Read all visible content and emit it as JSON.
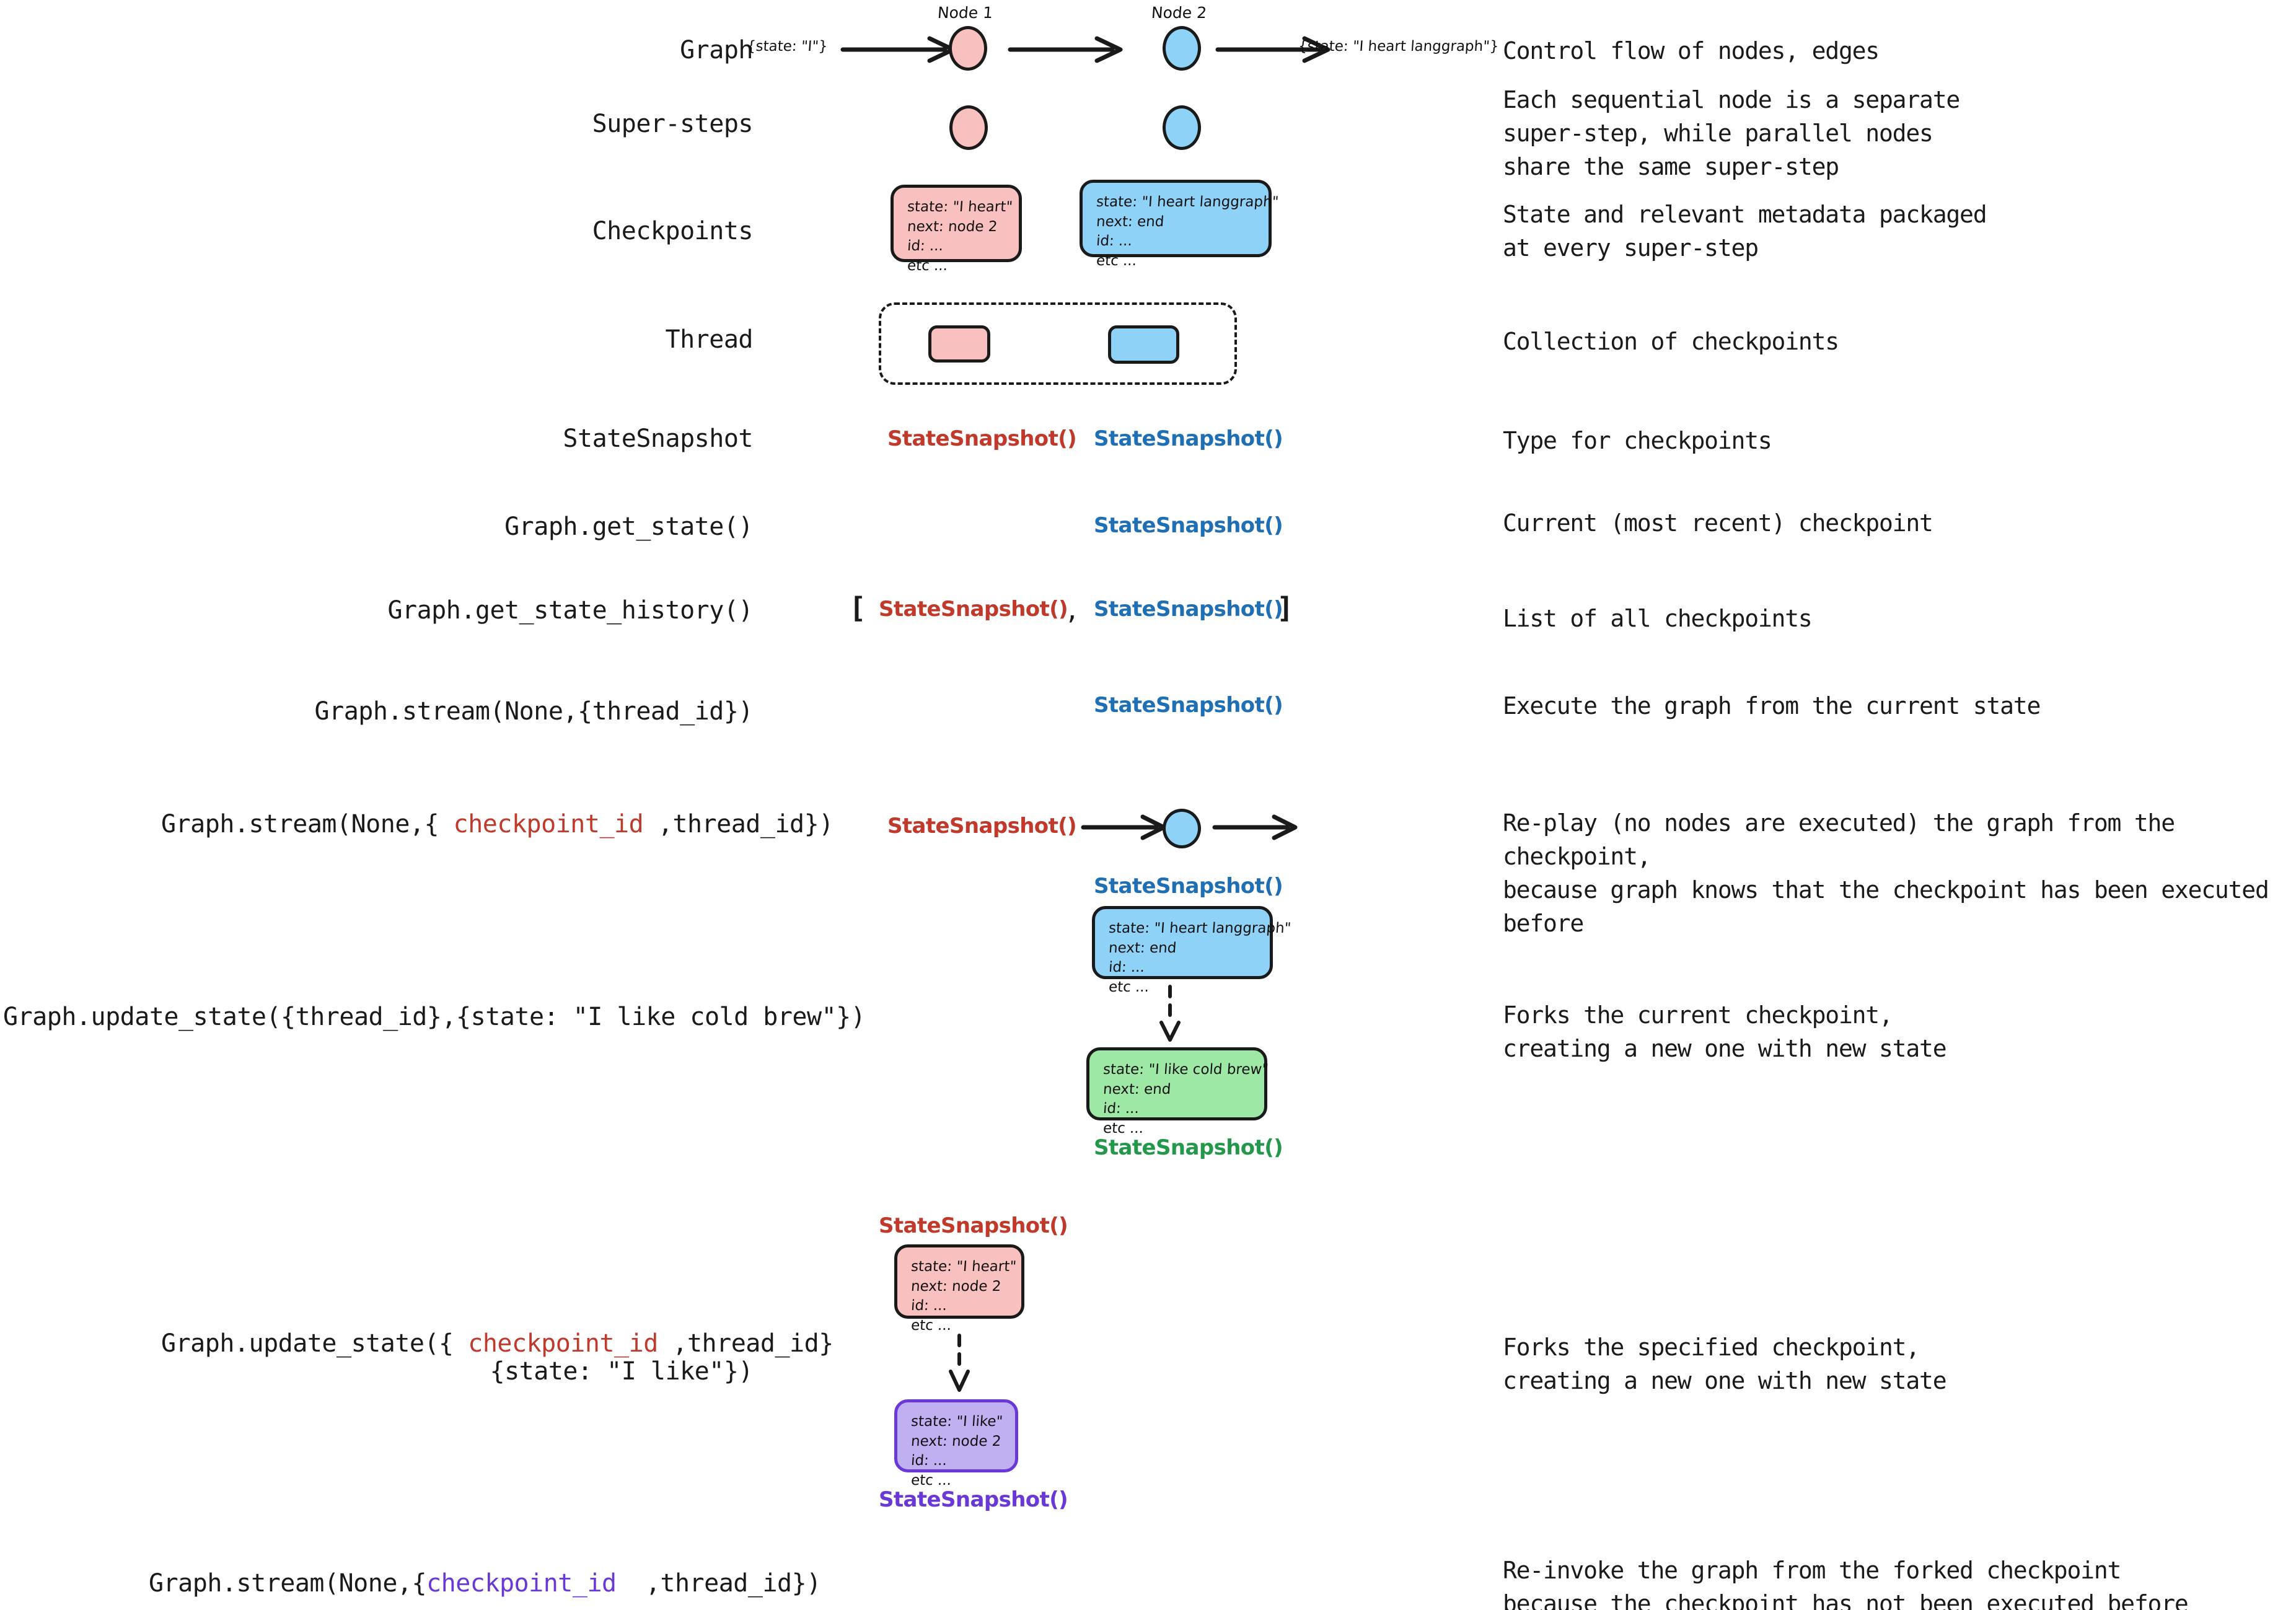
{
  "rows": {
    "graph": {
      "label": "Graph",
      "desc": "Control flow of nodes, edges",
      "node1_name": "Node 1",
      "node2_name": "Node 2",
      "edge_in": "{state: \"I\"}",
      "edge_out": "{state: \"I heart langgraph\"}"
    },
    "super_steps": {
      "label": "Super-steps",
      "desc": "Each sequential node is a separate\nsuper-step, while parallel nodes\nshare the same super-step"
    },
    "checkpoints": {
      "label": "Checkpoints",
      "desc": "State and relevant metadata packaged\nat every super-step",
      "card_pink": [
        "state: \"I heart\"",
        "next: node 2",
        "id: ...",
        "etc ..."
      ],
      "card_blue": [
        "state: \"I heart langgraph\"",
        "next: end",
        "id: ...",
        "etc ..."
      ]
    },
    "thread": {
      "label": "Thread",
      "desc": "Collection of checkpoints"
    },
    "statesnapshot": {
      "label": "StateSnapshot",
      "desc": "Type for checkpoints",
      "snap_red": "StateSnapshot()",
      "snap_blue": "StateSnapshot()"
    },
    "get_state": {
      "label": "Graph.get_state()",
      "desc": "Current (most recent) checkpoint",
      "snap_blue": "StateSnapshot()"
    },
    "get_state_history": {
      "label": "Graph.get_state_history()",
      "desc": "List of all checkpoints",
      "open_bracket": "[",
      "snap_red": "StateSnapshot()",
      "separator": ",",
      "snap_blue": "StateSnapshot()",
      "close_bracket": "]"
    },
    "stream_thread": {
      "label": "Graph.stream(None,{thread_id})",
      "desc": "Execute the graph from the current state",
      "snap_blue": "StateSnapshot()"
    },
    "stream_checkpoint": {
      "label_a": "Graph.stream(None,{ ",
      "label_token": "checkpoint_id",
      "label_b": " ,thread_id})",
      "desc": "Re-play (no nodes are executed) the graph from the checkpoint,\nbecause graph knows that the checkpoint has been executed before",
      "snap_red": "StateSnapshot()",
      "snap_blue": "StateSnapshot()",
      "card_blue": [
        "state: \"I heart langgraph\"",
        "next: end",
        "id: ...",
        "etc ..."
      ]
    },
    "update_state_thread": {
      "label": "Graph.update_state({thread_id},{state: \"I like cold brew\"})",
      "desc": "Forks the current checkpoint,\ncreating a new one with new state",
      "card_green": [
        "state: \"I like cold brew\"",
        "next: end",
        "id: ...",
        "etc ..."
      ],
      "snap_green": "StateSnapshot()"
    },
    "update_state_checkpoint": {
      "label_a": "Graph.update_state({ ",
      "label_token": "checkpoint_id",
      "label_b": " ,thread_id}",
      "label_line2": "{state: \"I like\"})",
      "desc": "Forks the specified checkpoint,\ncreating a new one with new state",
      "snap_red": "StateSnapshot()",
      "card_pink": [
        "state: \"I heart\"",
        "next: node 2",
        "id: ...",
        "etc ..."
      ],
      "card_purple": [
        "state: \"I like\"",
        "next: node 2",
        "id: ...",
        "etc ..."
      ],
      "snap_purple": "StateSnapshot()"
    },
    "stream_forked": {
      "label_a": "Graph.stream(None,{",
      "label_token": "checkpoint_id",
      "label_b": "  ,thread_id})",
      "desc": "Re-invoke the graph from the forked checkpoint\nbecause the checkpoint has not been executed before"
    }
  },
  "colors": {
    "pink_fill": "#f9c0c0",
    "blue_fill": "#8ed2f8",
    "green_fill": "#9ee8a5",
    "purple_fill": "#c0b0f2",
    "red_text": "#c0392b",
    "blue_text": "#1f6fb5",
    "green_text": "#23984a",
    "purple_text": "#6a38d6",
    "stroke": "#1a1a1a"
  }
}
